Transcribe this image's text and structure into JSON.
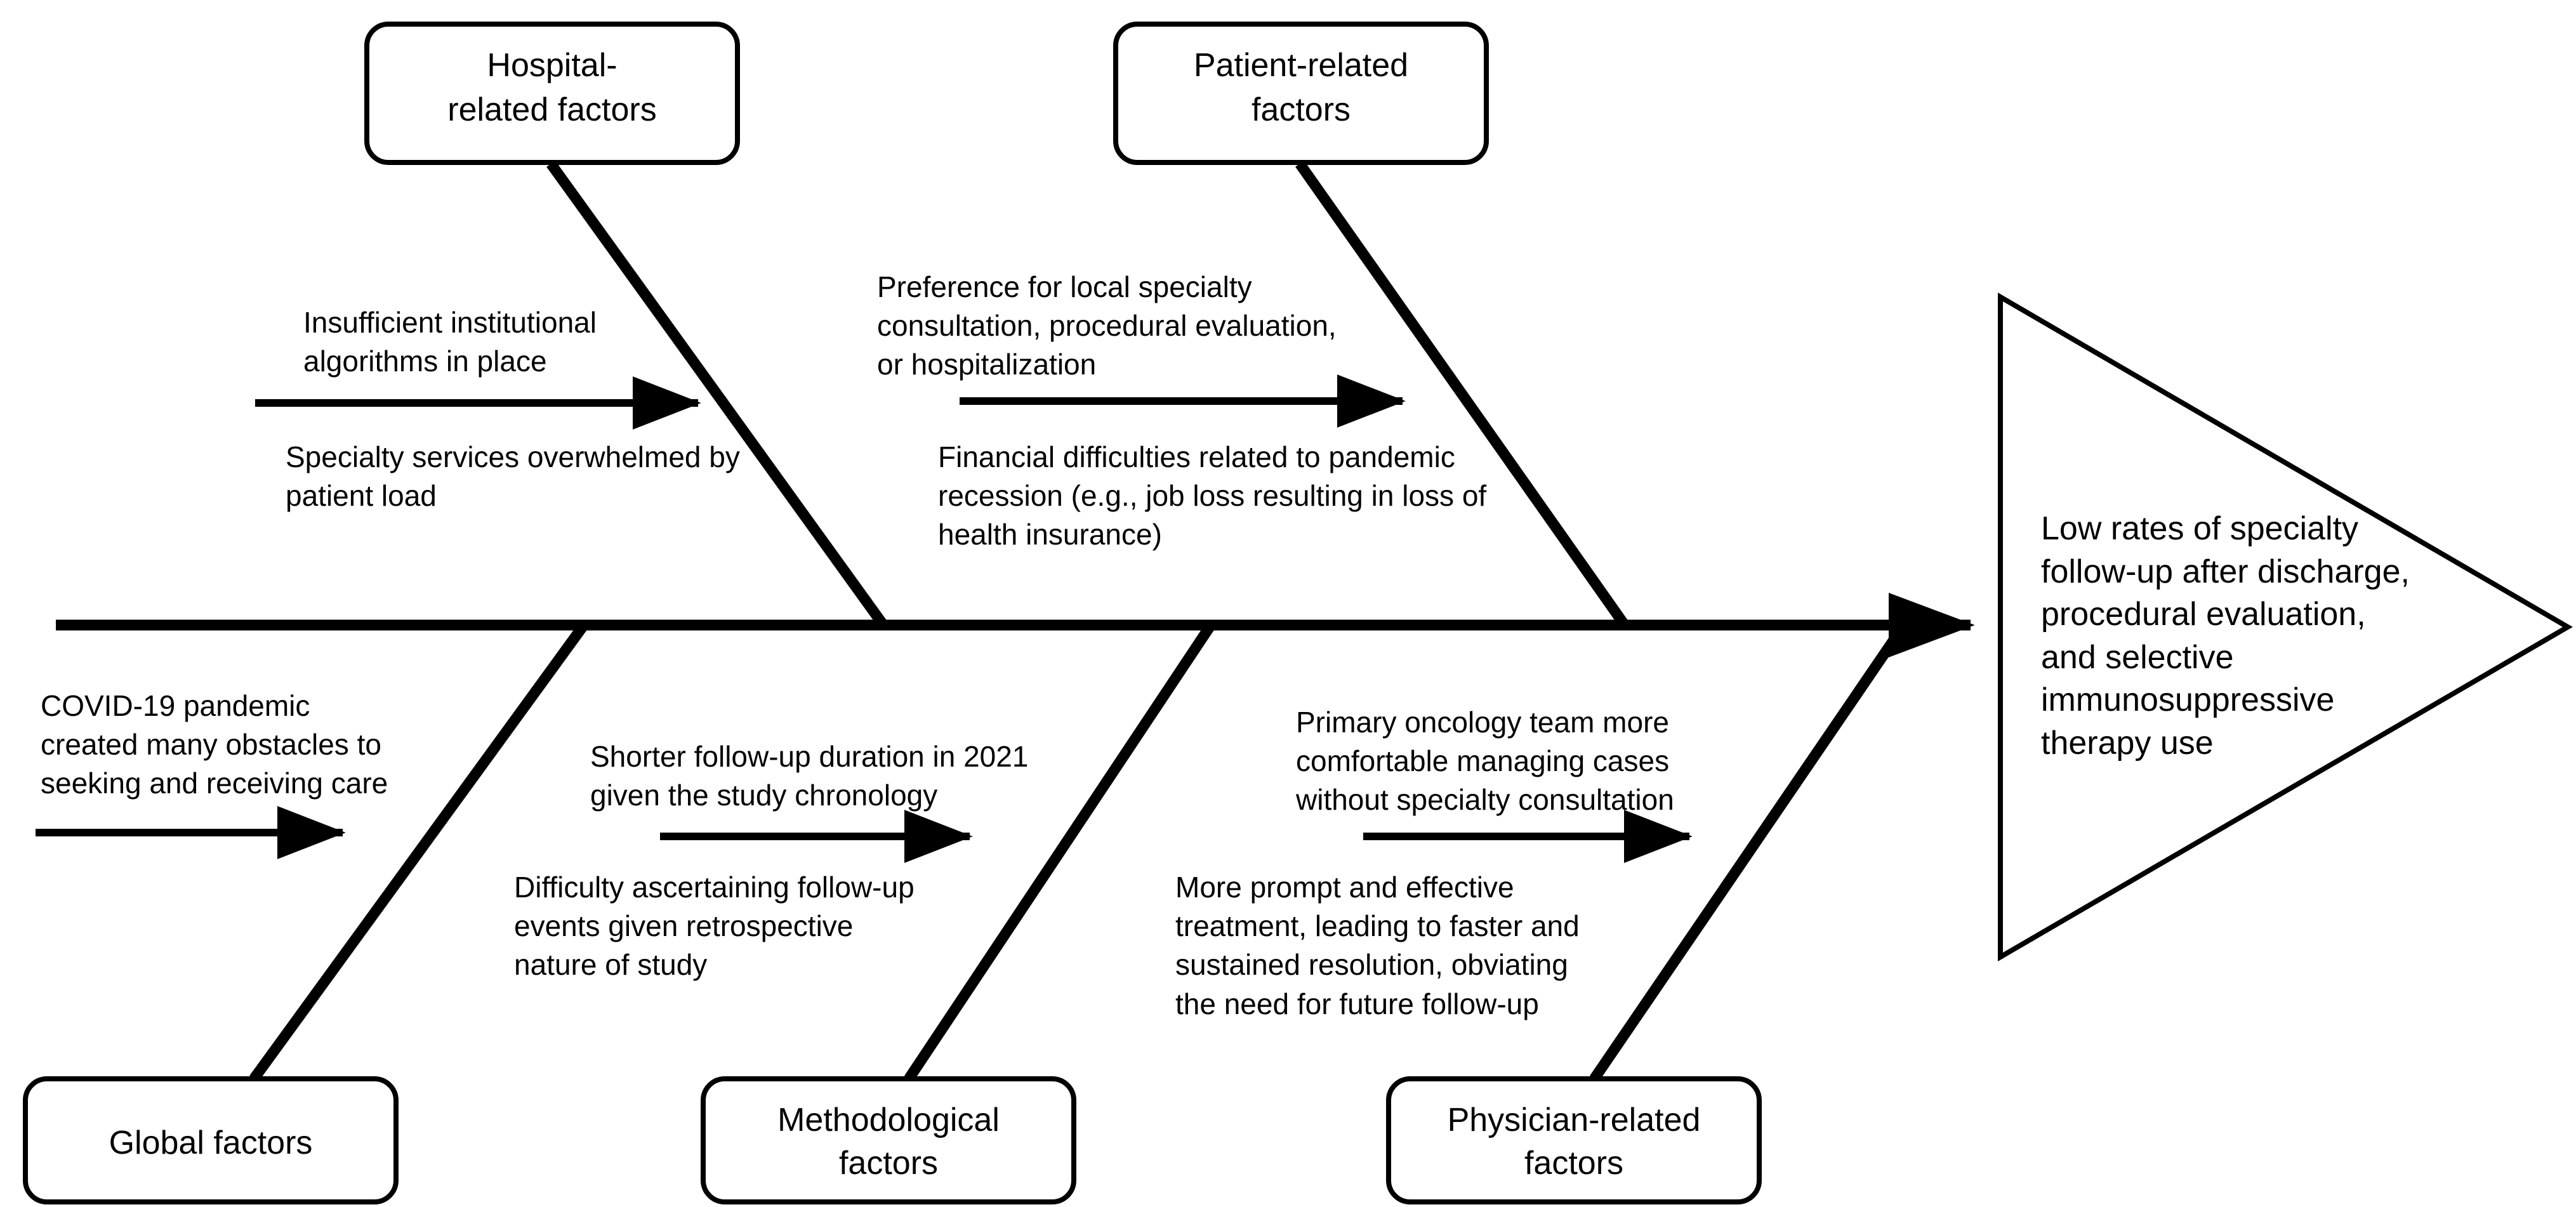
{
  "diagram": {
    "type": "fishbone-ishikawa",
    "effect": {
      "label": "Low rates of specialty\nfollow-up after discharge,\nprocedural evaluation,\nand selective\nimmunosuppressive\ntherapy use"
    },
    "categories": [
      {
        "id": "hospital-related-factors",
        "label": "Hospital-\nrelated factors",
        "position": "top",
        "causes": [
          {
            "id": "insufficient-institutional-algorithms",
            "label": "Insufficient institutional\nalgorithms in place"
          },
          {
            "id": "specialty-services-overwhelmed",
            "label": "Specialty services overwhelmed by\npatient load"
          }
        ]
      },
      {
        "id": "patient-related-factors",
        "label": "Patient-related\nfactors",
        "position": "top",
        "causes": [
          {
            "id": "preference-for-local-specialty",
            "label": "Preference for local specialty\nconsultation, procedural evaluation,\nor hospitalization"
          },
          {
            "id": "financial-difficulties-pandemic",
            "label": "Financial difficulties related to pandemic\nrecession (e.g., job loss resulting in loss of\nhealth insurance)"
          }
        ]
      },
      {
        "id": "global-factors",
        "label": "Global factors",
        "position": "bottom",
        "causes": [
          {
            "id": "covid-19-pandemic-obstacles",
            "label": "COVID-19 pandemic\ncreated many obstacles to\nseeking and receiving care"
          }
        ]
      },
      {
        "id": "methodological-factors",
        "label": "Methodological\nfactors",
        "position": "bottom",
        "causes": [
          {
            "id": "shorter-follow-up-duration",
            "label": "Shorter follow-up duration in 2021\ngiven the study chronology"
          },
          {
            "id": "difficulty-ascertaining-follow-up",
            "label": "Difficulty ascertaining follow-up\nevents given retrospective\nnature of study"
          }
        ]
      },
      {
        "id": "physician-related-factors",
        "label": "Physician-related\nfactors",
        "position": "bottom",
        "causes": [
          {
            "id": "primary-oncology-team-comfortable",
            "label": "Primary oncology team more\ncomfortable managing cases\nwithout specialty consultation"
          },
          {
            "id": "more-prompt-effective-treatment",
            "label": "More prompt and effective\ntreatment, leading to faster and\nsustained resolution, obviating\nthe need for future follow-up"
          }
        ]
      }
    ],
    "colors": {
      "stroke": "#000000",
      "background": "#ffffff",
      "text": "#000000"
    }
  }
}
